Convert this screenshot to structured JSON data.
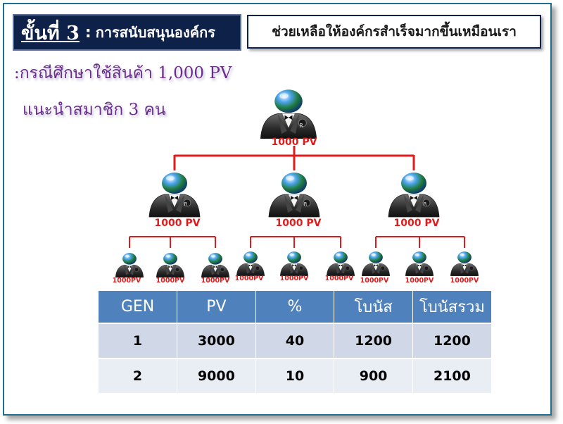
{
  "header": {
    "step_word": "ขั้นที่ 3",
    "colon": ":",
    "step_name": "การสนับสนุนองค์กร",
    "tagline": "ช่วยเหลือให้องค์กรสำเร็จมากขึ้นเหมือนเรา"
  },
  "case": {
    "line1": ":กรณีศึกษาใช้สินค้า 1,000 PV",
    "line2": "แนะนำสมาชิก 3 คน"
  },
  "tree": {
    "root_label": "1000 PV",
    "level1_labels": [
      "1000 PV",
      "1000 PV",
      "1000 PV"
    ],
    "level2_labels": [
      "1000PV",
      "1000PV",
      "1000PV",
      "1000PV",
      "1000PV",
      "1000PV",
      "1000PV",
      "1000PV",
      "1000PV"
    ],
    "badge_letter": "R"
  },
  "table": {
    "headers": [
      "GEN",
      "PV",
      "%",
      "โบนัส",
      "โบนัสรวม"
    ],
    "rows": [
      [
        "1",
        "3000",
        "40",
        "1200",
        "1200"
      ],
      [
        "2",
        "9000",
        "10",
        "900",
        "2100"
      ]
    ]
  },
  "colors": {
    "title_bg": "#0d2149",
    "header_blue": "#4f81bd",
    "line_red": "#e01b1b",
    "text_purple": "#6b2d8f"
  }
}
